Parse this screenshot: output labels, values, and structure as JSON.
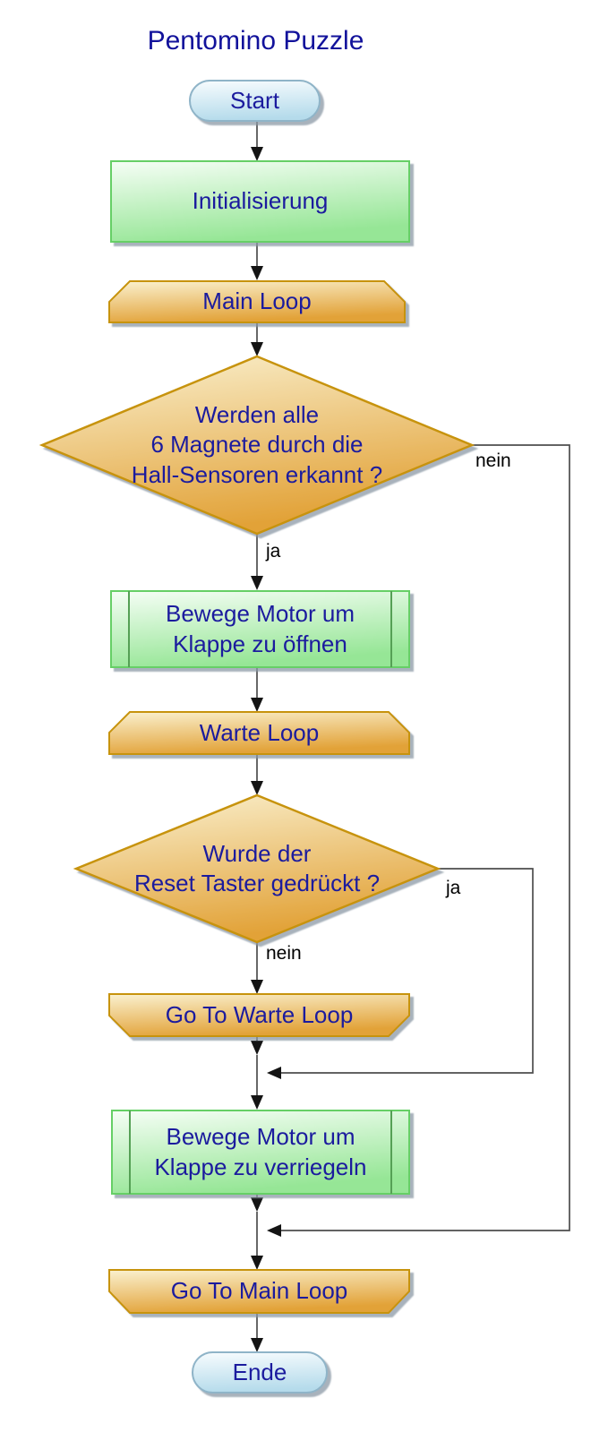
{
  "title": "Pentomino Puzzle",
  "colors": {
    "node_text": "#1b1b9e",
    "edge_label_text": "#000000",
    "connector_line": "#4d4d4d",
    "arrowhead": "#141414",
    "process_fill_light": "#f6fef6",
    "process_fill_dark": "#96e696",
    "process_border": "#66cf66",
    "loop_fill_light": "#faf1d0",
    "loop_fill_dark": "#e2a238",
    "loop_border": "#c7930e",
    "terminator_fill_light": "#f8fcfe",
    "terminator_fill_dark": "#b5dbeb",
    "terminator_border": "#8fb4c8"
  },
  "nodes": {
    "start": {
      "type": "terminator",
      "label": "Start"
    },
    "init": {
      "type": "process",
      "label": "Initialisierung"
    },
    "main_loop": {
      "type": "loop-begin",
      "label": "Main Loop"
    },
    "decision_magnets": {
      "type": "decision",
      "label": "Werden alle\n6 Magnete durch die\nHall-Sensoren erkannt ?"
    },
    "open_flap": {
      "type": "predefined-process",
      "label": "Bewege Motor um\nKlappe zu öffnen"
    },
    "warte_loop": {
      "type": "loop-begin",
      "label": "Warte Loop"
    },
    "decision_reset": {
      "type": "decision",
      "label": "Wurde der\nReset Taster gedrückt ?"
    },
    "goto_warte": {
      "type": "loop-end",
      "label": "Go To Warte Loop"
    },
    "lock_flap": {
      "type": "predefined-process",
      "label": "Bewege Motor um\nKlappe zu verriegeln"
    },
    "goto_main": {
      "type": "loop-end",
      "label": "Go To Main Loop"
    },
    "ende": {
      "type": "terminator",
      "label": "Ende"
    }
  },
  "edges": {
    "magnets_no": {
      "label": "nein"
    },
    "magnets_yes": {
      "label": "ja"
    },
    "reset_yes": {
      "label": "ja"
    },
    "reset_no": {
      "label": "nein"
    }
  }
}
